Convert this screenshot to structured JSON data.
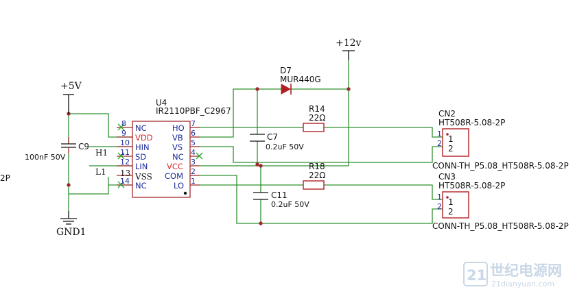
{
  "power": {
    "v5": "+5V",
    "v12": "+12v",
    "gnd": "GND1"
  },
  "nets": {
    "h1": "H1",
    "l1": "L1"
  },
  "u4": {
    "ref": "U4",
    "value": "IR2110PBF_C2967",
    "left_pins": [
      {
        "num": "8",
        "name": "NC"
      },
      {
        "num": "9",
        "name": "VDD"
      },
      {
        "num": "10",
        "name": "HIN"
      },
      {
        "num": "11",
        "name": "SD"
      },
      {
        "num": "12",
        "name": "LIN"
      },
      {
        "num": "13",
        "name": "VSS"
      },
      {
        "num": "14",
        "name": "NC"
      }
    ],
    "right_pins": [
      {
        "num": "7",
        "name": "HO"
      },
      {
        "num": "6",
        "name": "VB"
      },
      {
        "num": "5",
        "name": "VS"
      },
      {
        "num": "4",
        "name": "NC"
      },
      {
        "num": "3",
        "name": "VCC"
      },
      {
        "num": "2",
        "name": "COM"
      },
      {
        "num": "1",
        "name": "LO"
      }
    ]
  },
  "c9": {
    "ref": "C9",
    "value": "100nF 50V"
  },
  "c7": {
    "ref": "C7",
    "value": "0.2uF 50V"
  },
  "c11": {
    "ref": "C11",
    "value": "0.2uF 50V"
  },
  "d7": {
    "ref": "D7",
    "value": "MUR440G"
  },
  "r14": {
    "ref": "R14",
    "value": "22Ω"
  },
  "r18": {
    "ref": "R18",
    "value": "22Ω"
  },
  "cn2": {
    "ref": "CN2",
    "value": "HT508R-5.08-2P",
    "footprint": "CONN-TH_P5.08_HT508R-5.08-2P",
    "pin1": "1",
    "pin2": "2"
  },
  "cn3": {
    "ref": "CN3",
    "value": "HT508R-5.08-2P",
    "footprint": "CONN-TH_P5.08_HT508R-5.08-2P",
    "pin1": "1",
    "pin2": "2"
  },
  "edge_fragment": "2P",
  "watermark": {
    "text": "世纪电源网",
    "url": "21dianyuan.com",
    "logo": "21"
  },
  "colors": {
    "wire": "#2f8f2f",
    "pin": "#a0282c",
    "pin_text": "#1c2b9a",
    "power_pin_text": "#d6282c"
  }
}
